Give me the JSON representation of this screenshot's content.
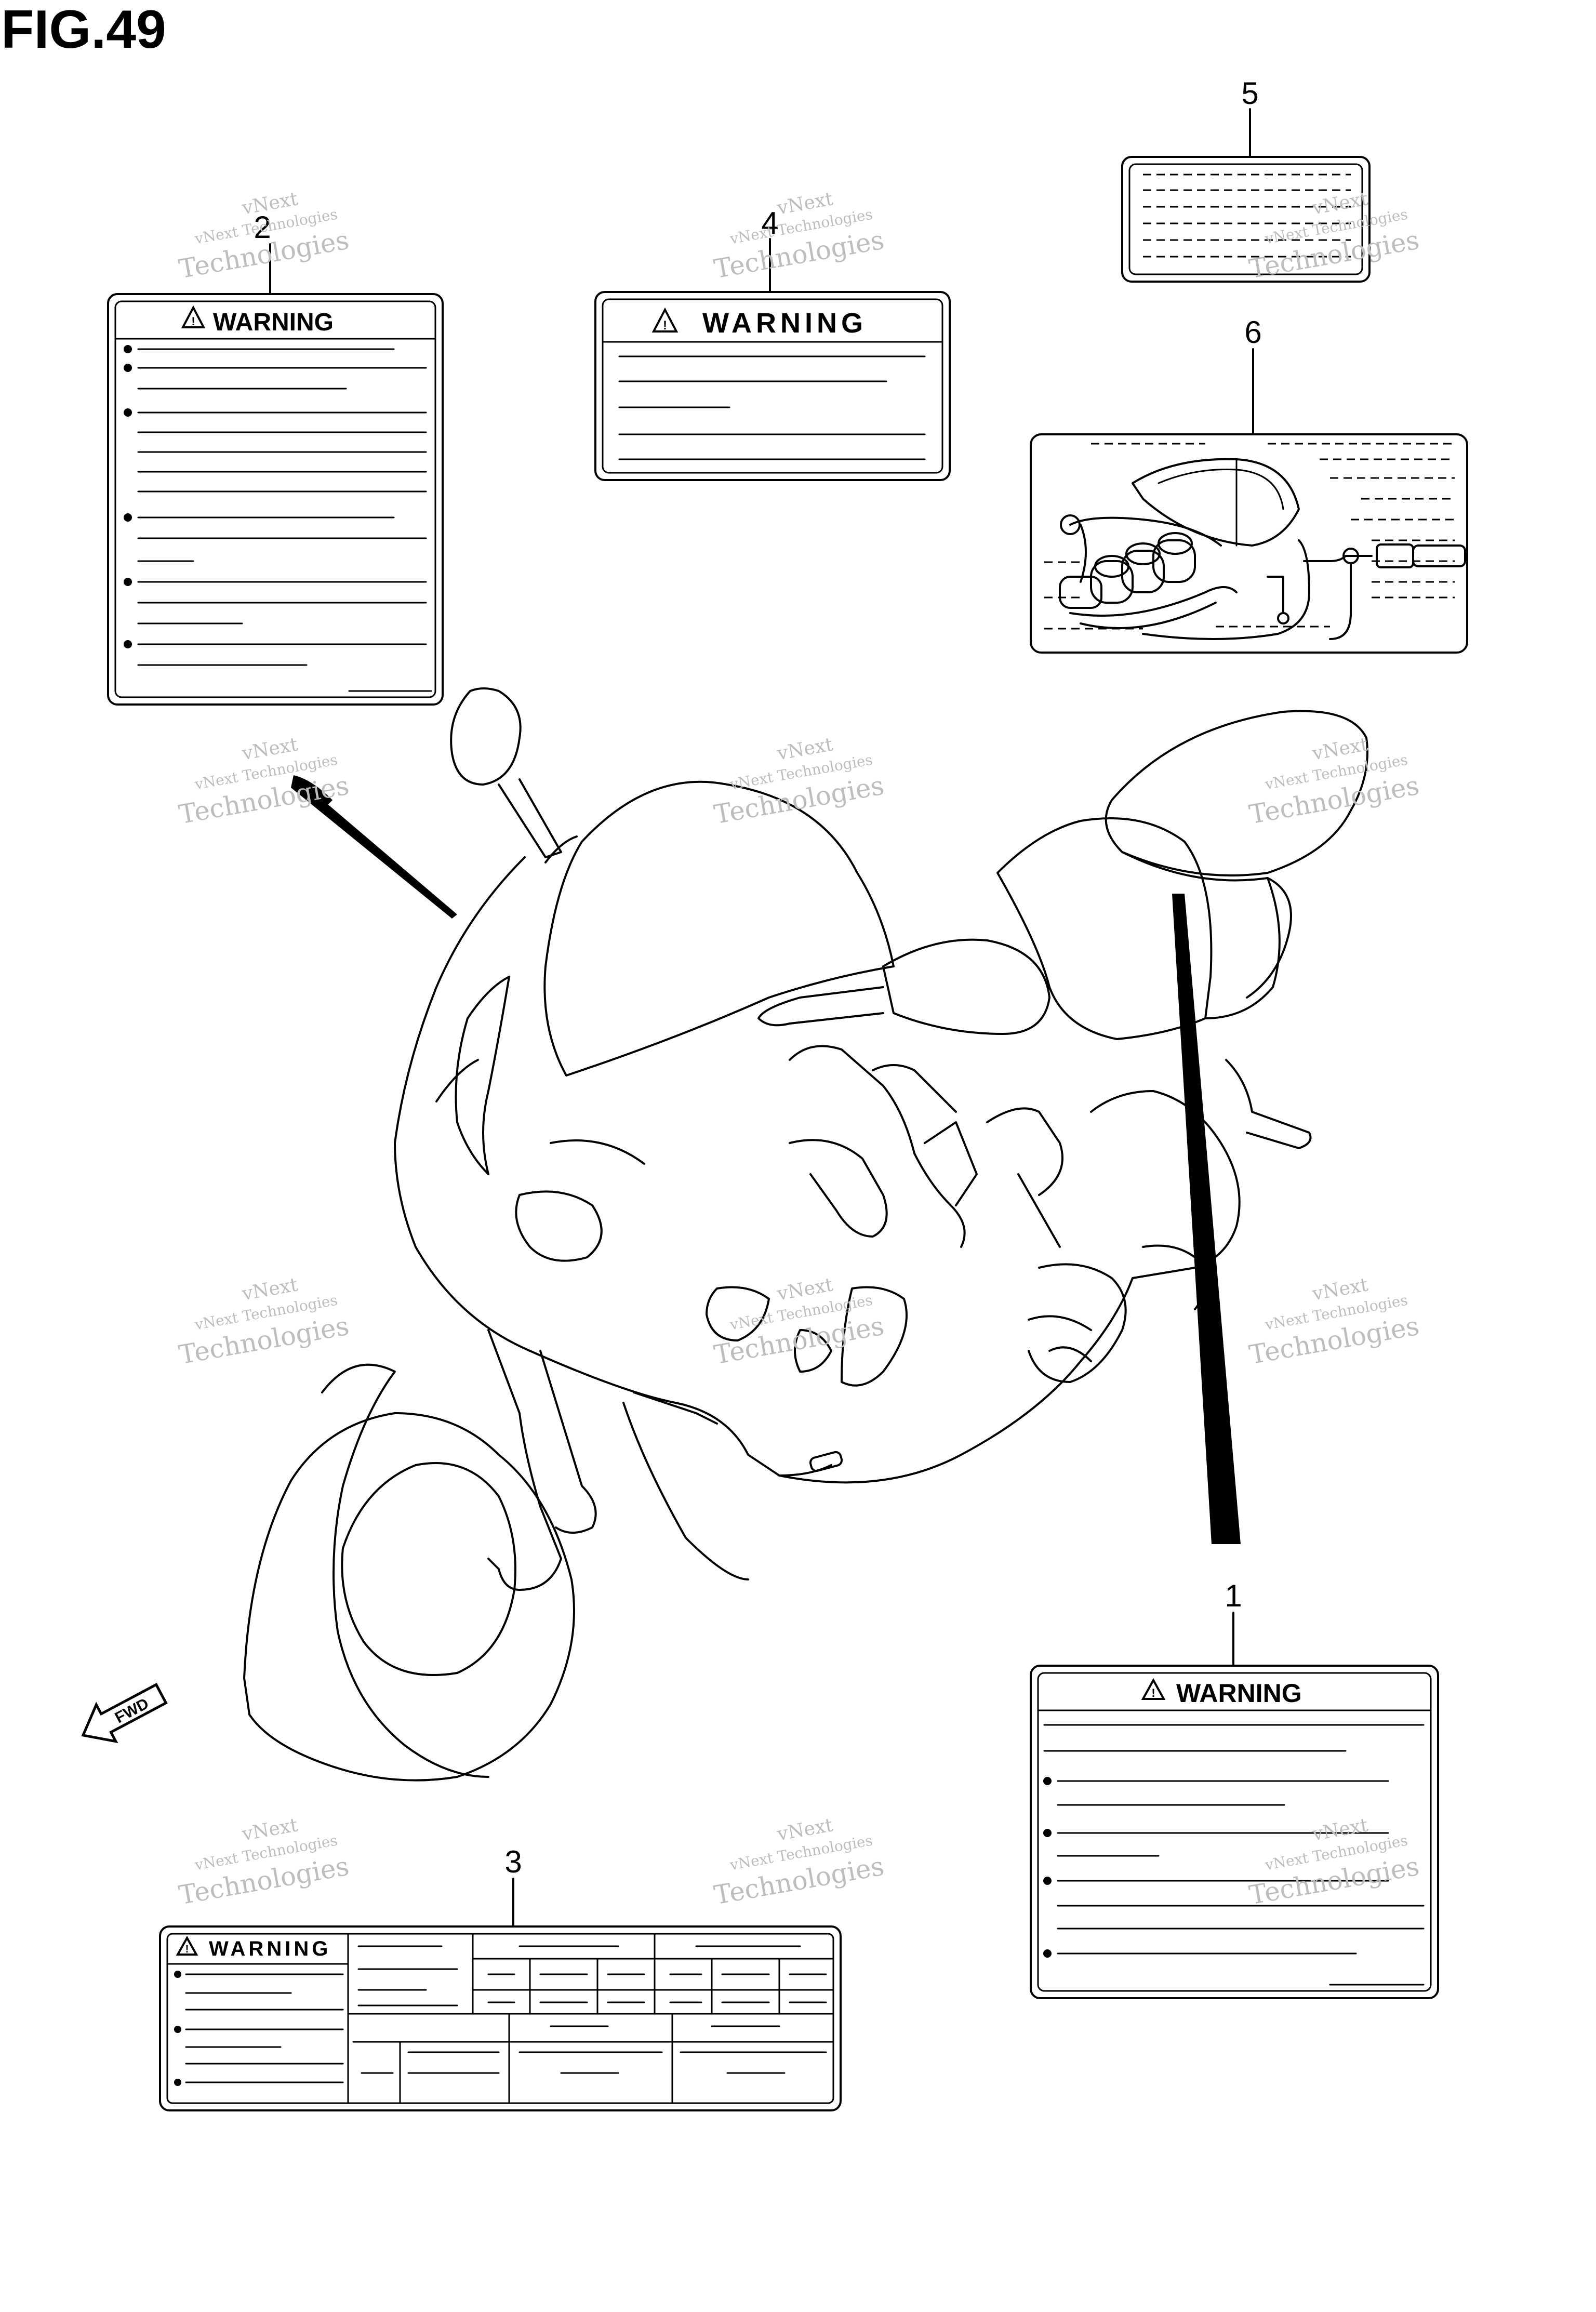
{
  "figure_title": "FIG.49",
  "callouts": [
    "1",
    "2",
    "3",
    "4",
    "5",
    "6"
  ],
  "warning_label": "WARNING",
  "fwd_label": "FWD",
  "watermark": {
    "line1": "vNext",
    "line2": "vNext Technologies",
    "line3": "Technologies"
  }
}
